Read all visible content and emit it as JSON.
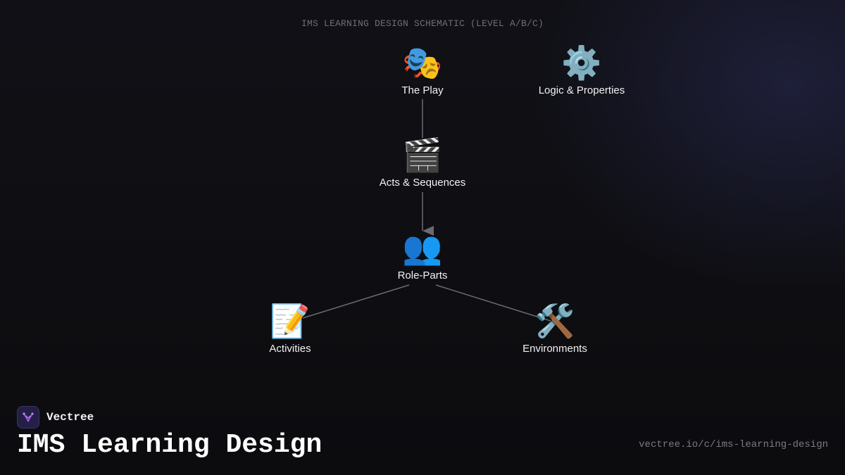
{
  "header": {
    "schematic_label": "IMS LEARNING DESIGN SCHEMATIC (LEVEL A/B/C)"
  },
  "nodes": [
    {
      "id": "play",
      "icon": "🎭",
      "icon_name": "performing-arts-masks-icon",
      "label": "The Play"
    },
    {
      "id": "logic",
      "icon": "⚙️",
      "icon_name": "gear-icon",
      "label": "Logic & Properties"
    },
    {
      "id": "acts",
      "icon": "🎬",
      "icon_name": "clapper-board-icon",
      "label": "Acts & Sequences"
    },
    {
      "id": "roles",
      "icon": "👥",
      "icon_name": "people-icon",
      "label": "Role-Parts"
    },
    {
      "id": "activities",
      "icon": "📝",
      "icon_name": "memo-icon",
      "label": "Activities"
    },
    {
      "id": "environments",
      "icon": "🛠️",
      "icon_name": "tools-icon",
      "label": "Environments"
    }
  ],
  "edges": [
    {
      "from": "play",
      "to": "acts",
      "arrow": false
    },
    {
      "from": "acts",
      "to": "roles",
      "arrow": true
    },
    {
      "from": "roles",
      "to": "activities",
      "arrow": false
    },
    {
      "from": "roles",
      "to": "environments",
      "arrow": false
    }
  ],
  "footer": {
    "brand_name": "Vectree",
    "title": "IMS Learning Design",
    "url": "vectree.io/c/ims-learning-design"
  },
  "colors": {
    "background": "#0e0e12",
    "edge": "#6a6a70",
    "text": "#f2f2f4",
    "muted": "#7a7a82",
    "brand_accent": "#a45ae0"
  }
}
